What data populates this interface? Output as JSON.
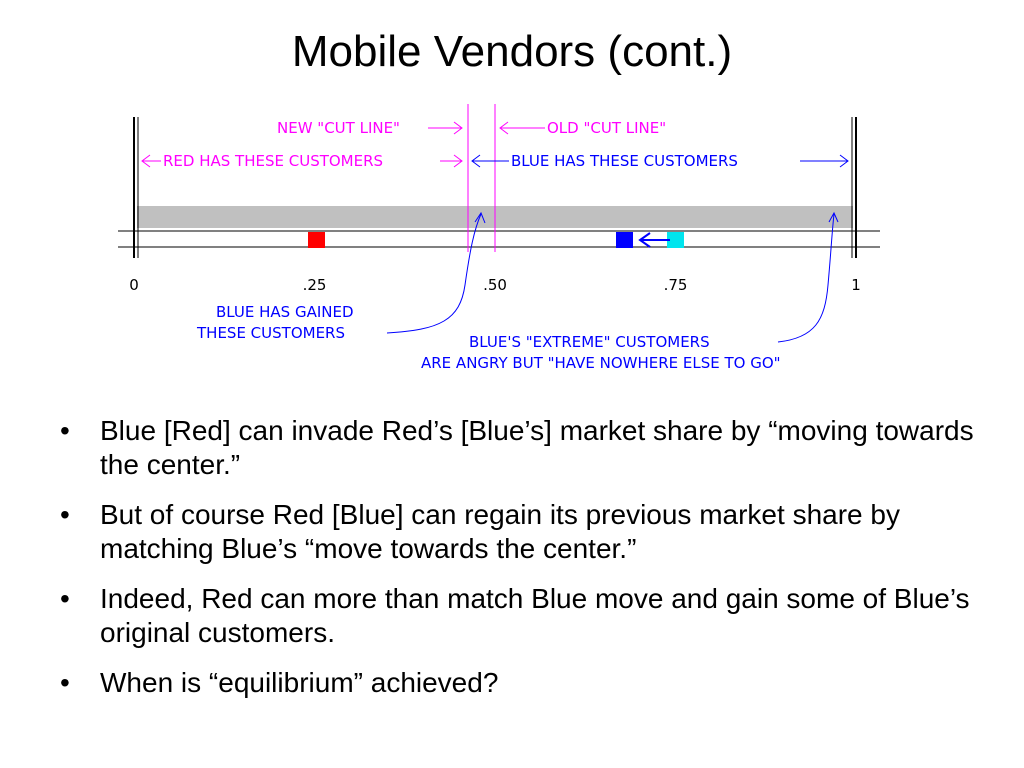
{
  "slide": {
    "title": "Mobile Vendors (cont.)"
  },
  "diagram": {
    "labels": {
      "new_cut_line": "NEW \"CUT LINE\"",
      "old_cut_line": "OLD \"CUT LINE\"",
      "red_customers": "RED HAS THESE CUSTOMERS",
      "blue_customers": "BLUE HAS THESE CUSTOMERS",
      "blue_gained_line1": "BLUE HAS GAINED",
      "blue_gained_line2": "THESE CUSTOMERS",
      "extreme_line1": "BLUE'S \"EXTREME\" CUSTOMERS",
      "extreme_line2": "ARE ANGRY BUT \"HAVE NOWHERE ELSE TO GO\""
    },
    "axis": {
      "ticks": [
        {
          "value": 0,
          "label": "0"
        },
        {
          "value": 0.25,
          "label": ".25"
        },
        {
          "value": 0.5,
          "label": ".50"
        },
        {
          "value": 0.75,
          "label": ".75"
        },
        {
          "value": 1,
          "label": "1"
        }
      ]
    },
    "positions": {
      "red_vendor": 0.25,
      "blue_vendor_new": 0.68,
      "blue_vendor_old": 0.75,
      "new_cut_line": 0.465,
      "old_cut_line": 0.5
    },
    "colors": {
      "red": "#ff0000",
      "blue": "#0000ff",
      "cyan": "#00e5ee",
      "magenta": "#ff00ff",
      "label_blue": "#0000ff",
      "shade": "#c0c0c0"
    }
  },
  "bullets": [
    "Blue [Red] can invade Red’s [Blue’s] market share by “moving towards the center.”",
    "But of course Red [Blue] can regain its previous market share by matching Blue’s “move towards the center.”",
    "Indeed, Red can more than match Blue move and gain some of Blue’s original customers.",
    "When is “equilibrium” achieved?"
  ],
  "bullet_symbol": "•"
}
